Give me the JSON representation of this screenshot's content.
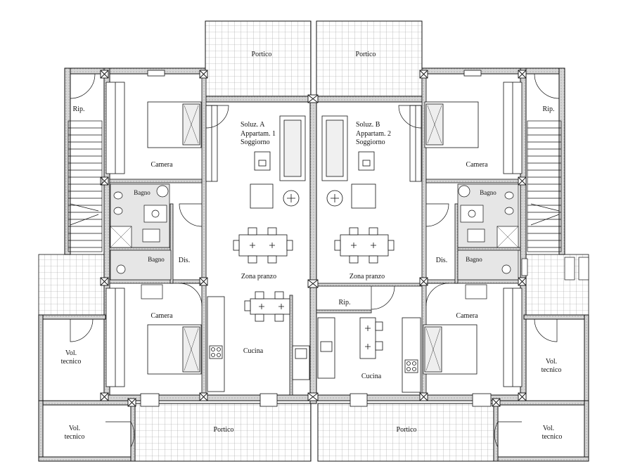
{
  "colors": {
    "ink": "#111111",
    "wall": "#bdbdbd",
    "hatch": "#9a9a9a",
    "paper": "#ffffff"
  },
  "labels": {
    "portico_top_left": "Portico",
    "portico_top_right": "Portico",
    "portico_bottom_left": "Portico",
    "portico_bottom_right": "Portico",
    "rip_left": "Rip.",
    "rip_right": "Rip.",
    "rip_center": "Rip.",
    "soluz_a": "Soluz. A",
    "appartam_1": "Appartam. 1",
    "soggiorno_a": "Soggiorno",
    "soluz_b": "Soluz. B",
    "appartam_2": "Appartam. 2",
    "soggiorno_b": "Soggiorno",
    "camera_tl": "Camera",
    "camera_tr": "Camera",
    "camera_bl": "Camera",
    "camera_br": "Camera",
    "bagno_tl": "Bagno",
    "bagno_tr": "Bagno",
    "bagno_bl": "Bagno",
    "bagno_br": "Bagno",
    "dis_left": "Dis.",
    "dis_right": "Dis.",
    "zona_pranzo_a": "Zona pranzo",
    "zona_pranzo_b": "Zona pranzo",
    "cucina_a": "Cucina",
    "cucina_b": "Cucina",
    "vol_tecnico_l1a": "Vol.",
    "vol_tecnico_l1b": "tecnico",
    "vol_tecnico_r1a": "Vol.",
    "vol_tecnico_r1b": "tecnico",
    "vol_tecnico_l2a": "Vol.",
    "vol_tecnico_l2b": "tecnico",
    "vol_tecnico_r2a": "Vol.",
    "vol_tecnico_r2b": "tecnico"
  }
}
